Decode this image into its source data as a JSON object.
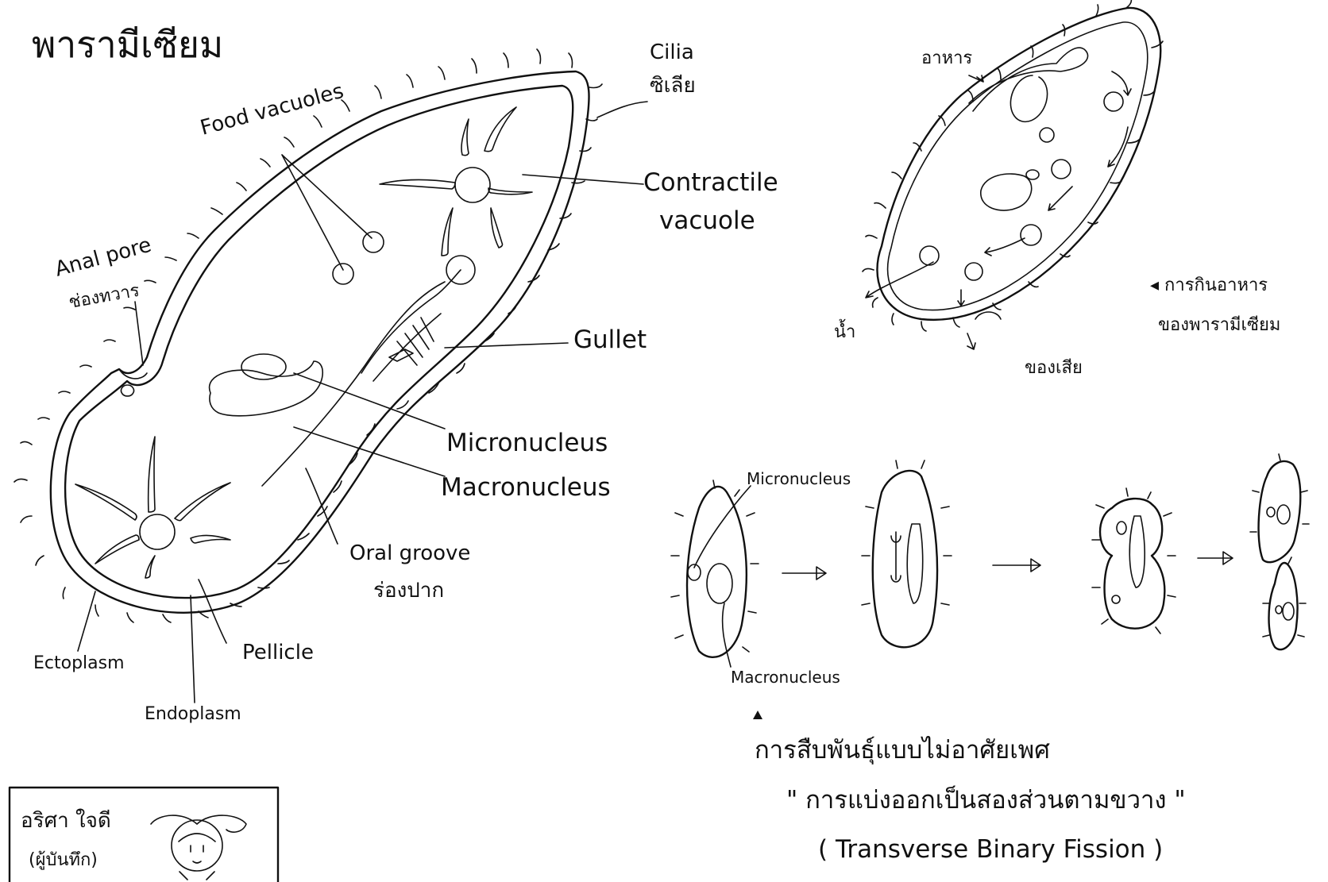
{
  "title": "พารามีเซียม",
  "main_labels": {
    "cilia_en": "Cilia",
    "cilia_th": "ซิเลีย",
    "food_vacuoles": "Food vacuoles",
    "contractile_1": "Contractile",
    "contractile_2": "vacuole",
    "anal_pore_en": "Anal pore",
    "anal_pore_th": "ช่องทวาร",
    "gullet": "Gullet",
    "micronucleus": "Micronucleus",
    "macronucleus": "Macronucleus",
    "oral_groove_en": "Oral groove",
    "oral_groove_th": "ร่องปาก",
    "pellicle": "Pellicle",
    "ectoplasm": "Ectoplasm",
    "endoplasm": "Endoplasm"
  },
  "feeding": {
    "food": "อาหาร",
    "water": "น้ำ",
    "waste": "ของเสีย",
    "caption_1": "◂ การกินอาหาร",
    "caption_2": "ของพารามีเซียม"
  },
  "fission": {
    "micronucleus": "Micronucleus",
    "macronucleus": "Macronucleus",
    "caption_1": "การสืบพันธุ์แบบไม่อาศัยเพศ",
    "caption_2": "\" การแบ่งออกเป็นสองส่วนตามขวาง \"",
    "caption_3": "( Transverse Binary Fission )"
  },
  "author": {
    "name": "อริศา ใจดี",
    "role": "(ผู้บันทึก)"
  }
}
